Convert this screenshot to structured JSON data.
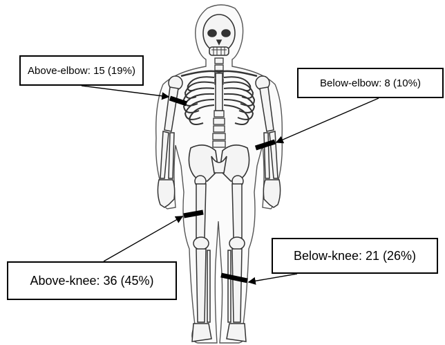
{
  "labels": {
    "above_elbow": "Above-elbow: 15 (19%)",
    "below_elbow": "Below-elbow: 8 (10%)",
    "above_knee": "Above-knee: 36 (45%)",
    "below_knee": "Below-knee: 21 (26%)"
  },
  "colors": {
    "line": "#000000",
    "bone_fill": "#f4f4f4",
    "outline": "#333333",
    "background": "#ffffff"
  }
}
